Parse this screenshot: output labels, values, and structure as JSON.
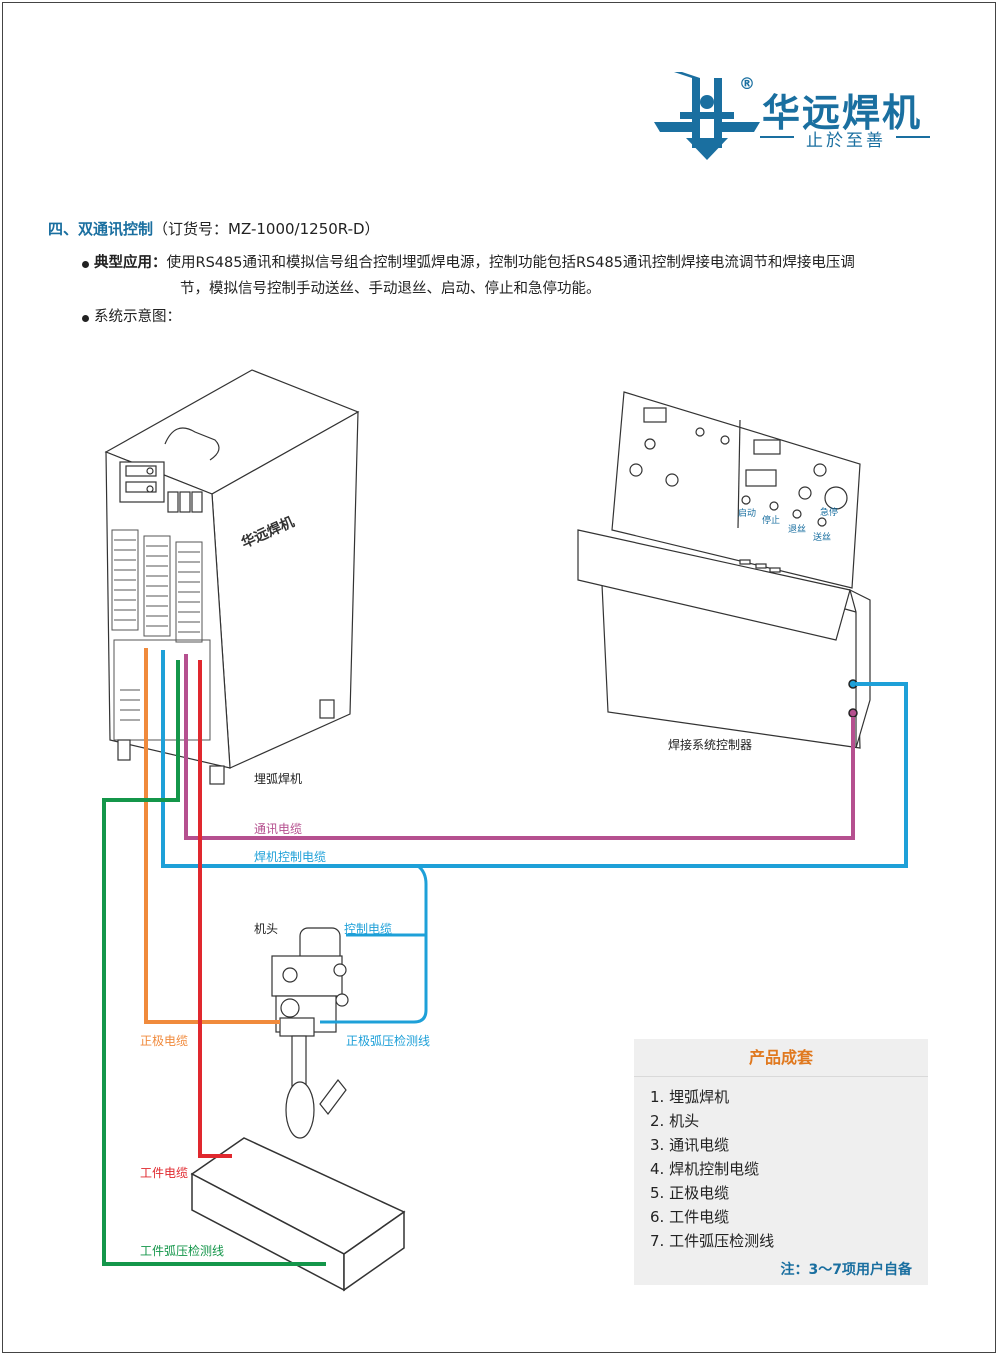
{
  "brand": {
    "name": "华远焊机",
    "reg_mark": "®",
    "slogan": "止於至善"
  },
  "section": {
    "heading_main": "四、双通讯控制",
    "heading_order": "（订货号：MZ-1000/1250R-D）",
    "bullet1_lead": "典型应用：",
    "bullet1_line1": "使用RS485通讯和模拟信号组合控制埋弧焊电源，控制功能包括RS485通讯控制焊接电流调节和焊接电压调",
    "bullet1_line2": "节，模拟信号控制手动送丝、手动退丝、启动、停止和急停功能。",
    "bullet2": "系统示意图："
  },
  "diagram": {
    "welder_label": "埋弧焊机",
    "controller_label": "焊接系统控制器",
    "head_label": "机头",
    "welder_logo": "华远焊机",
    "panel_buttons": [
      "启动",
      "停止",
      "退丝",
      "送丝",
      "急停"
    ],
    "cables": {
      "comm": "通讯电缆",
      "welder_control": "焊机控制电缆",
      "control": "控制电缆",
      "positive": "正极电缆",
      "positive_sense": "正极弧压检测线",
      "work": "工件电缆",
      "work_sense": "工件弧压检测线"
    },
    "colors": {
      "comm": "#b5508f",
      "control": "#1ea0d8",
      "positive": "#f08a3c",
      "work": "#e0282e",
      "work_sense": "#14964a",
      "accent": "#1a6fa0",
      "orange_title": "#e0791f"
    }
  },
  "kit": {
    "title": "产品成套",
    "items": [
      "1. 埋弧焊机",
      "2. 机头",
      "3. 通讯电缆",
      "4. 焊机控制电缆",
      "5. 正极电缆",
      "6. 工件电缆",
      "7. 工件弧压检测线"
    ],
    "note": "注：3～7项用户自备"
  }
}
